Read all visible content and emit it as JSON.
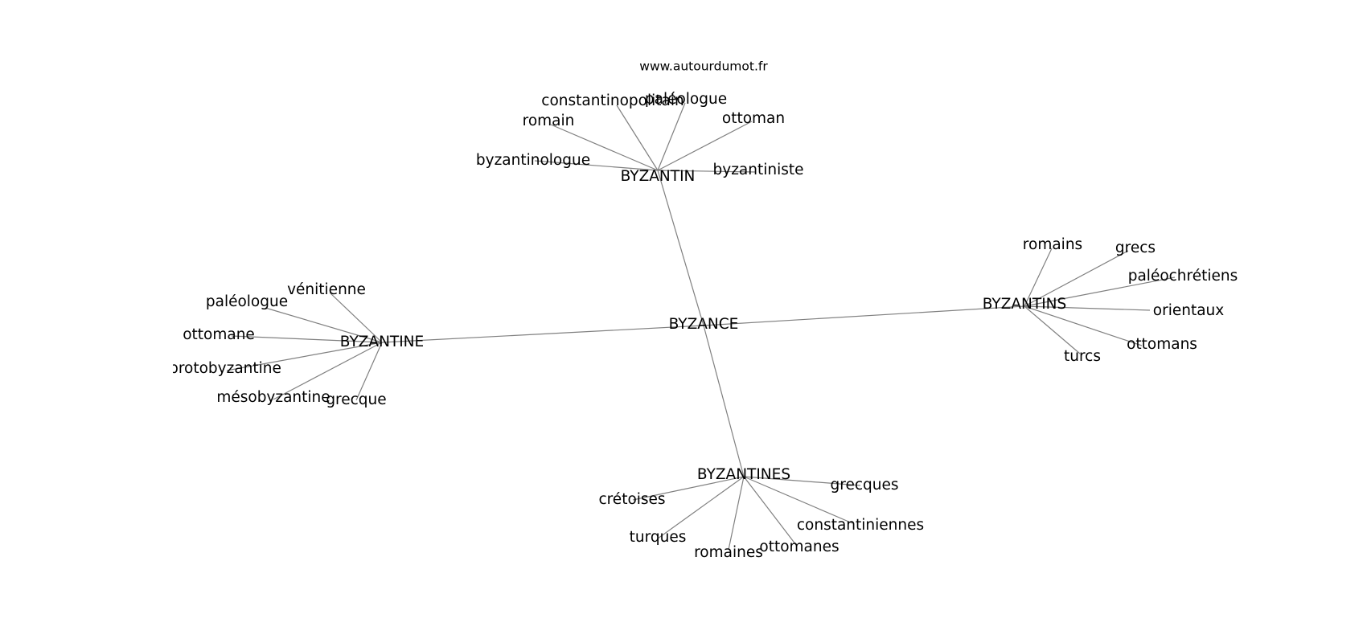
{
  "source": "www.autourdumot.fr",
  "center": "BYZANCE",
  "hubs": [
    {
      "label": "BYZANTIN",
      "words": [
        "constantinopolitain",
        "paléologue",
        "romain",
        "ottoman",
        "byzantinologue",
        "byzantiniste"
      ]
    },
    {
      "label": "BYZANTINE",
      "words": [
        "vénitienne",
        "paléologue",
        "ottomane",
        "protobyzantine",
        "mésobyzantine",
        "grecque"
      ]
    },
    {
      "label": "BYZANTINS",
      "words": [
        "romains",
        "grecs",
        "paléochrétiens",
        "orientaux",
        "ottomans",
        "turcs"
      ]
    },
    {
      "label": "BYZANTINES",
      "words": [
        "crétoises",
        "grecques",
        "turques",
        "constantiniennes",
        "romaines",
        "ottomanes"
      ]
    }
  ]
}
